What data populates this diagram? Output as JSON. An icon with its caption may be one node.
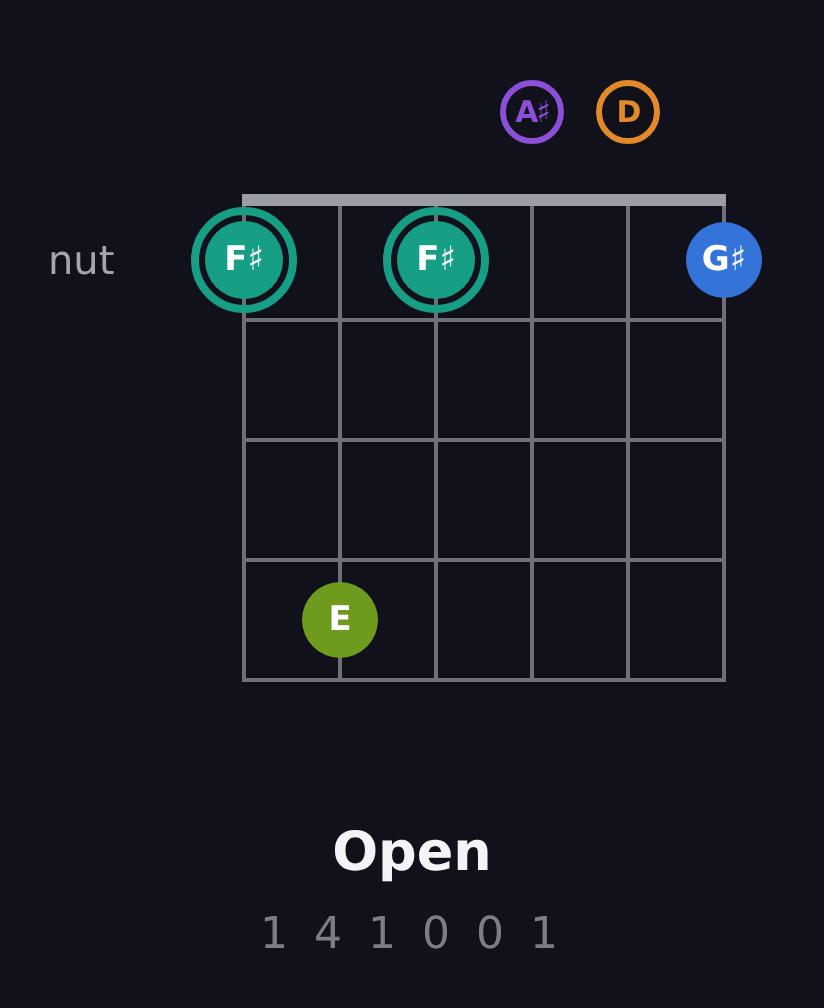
{
  "diagram": {
    "title": "Open",
    "nodes": [
      {
        "text": [
          "A♯"
        ]
      },
      {
        "text": [
          "D"
        ]
      },
      {
        "text": [
          "F♯"
        ]
      },
      {
        "text": [
          "F♯"
        ]
      },
      {
        "text": [
          "G♯"
        ]
      },
      {
        "text": [
          "E"
        ]
      }
    ],
    "labels": [
      "nut",
      "1 4 1 0 0 1"
    ]
  }
}
